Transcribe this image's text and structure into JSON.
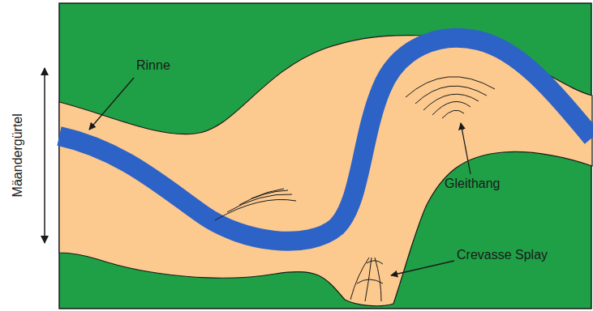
{
  "diagram": {
    "labels": [
      "Mäandergürtel",
      "Rinne",
      "Gleithang",
      "Crevasse Splay"
    ]
  }
}
